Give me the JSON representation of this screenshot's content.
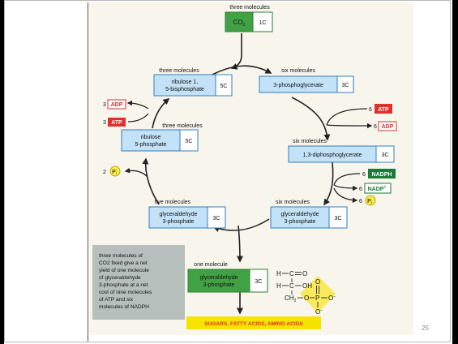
{
  "page_number": "25",
  "top": {
    "count": "three molecules",
    "label": "CO",
    "label_sub": "2",
    "carbons": "1C"
  },
  "rub_bp": {
    "count": "three molecules",
    "line1": "ribulose 1,",
    "line2": "5-bisphosphate",
    "carbons": "5C"
  },
  "pga": {
    "count": "six molecules",
    "label": "3-phosphoglycerate",
    "carbons": "3C"
  },
  "dpg": {
    "count": "six molecules",
    "label": "1,3-diphosphoglycerate",
    "carbons": "3C"
  },
  "g3p_right": {
    "count": "six molecules",
    "line1": "glyceraldehyde",
    "line2": "3-phosphate",
    "carbons": "3C"
  },
  "g3p_left": {
    "count": "five molecules",
    "line1": "glyceraldehyde",
    "line2": "3-phosphate",
    "carbons": "3C"
  },
  "rub_p": {
    "count": "three molecules",
    "line1": "ribulose",
    "line2": "5-phosphate",
    "carbons": "5C"
  },
  "g3p_out": {
    "count": "one molecule",
    "line1": "glyceraldehyde",
    "line2": "3-phosphate",
    "carbons": "3C"
  },
  "cofactors": {
    "adp_left": {
      "coef": "3",
      "label": "ADP"
    },
    "atp_left": {
      "coef": "3",
      "label": "ATP"
    },
    "pi_left": {
      "coef": "2",
      "label": "P",
      "sub": "i"
    },
    "atp_right": {
      "coef": "6",
      "label": "ATP"
    },
    "adp_right": {
      "coef": "6",
      "label": "ADP"
    },
    "nadph": {
      "coef": "6",
      "label": "NADPH"
    },
    "nadp": {
      "coef": "6",
      "label": "NADP",
      "sup": "+"
    },
    "pi_right": {
      "coef": "6",
      "label": "P",
      "sub": "i"
    }
  },
  "note": {
    "lines": [
      "three molecules of",
      "CO2 fixed give a net",
      "yield of one molecule",
      "of glyceraldehyde",
      "3-phosphate at a net",
      "cost of nine molecules",
      "of ATP and six",
      "molecules of NADPH"
    ]
  },
  "products": "SUGARS, FATTY ACIDS, AMINO ACIDS",
  "structure": {
    "row1_left": "H",
    "row1_right": "C",
    "row1_o": "O",
    "row2_left": "H",
    "row2_c": "C",
    "row2_oh": "OH",
    "row3_ch2": "CH",
    "row3_sub": "2",
    "row3_o": "O",
    "row3_p": "P",
    "p_top": "O",
    "p_right": "O",
    "p_right_sup": "−",
    "p_bottom": "O",
    "p_bottom_sup": "−"
  },
  "colors": {
    "blue_fill": "#c3e2f7",
    "blue_stroke": "#2f7fc6",
    "green_fill": "#41a145",
    "green_stroke": "#2e7d32",
    "red": "#e0302a",
    "dark_green": "#1d7a3a",
    "yellow": "#f7e94a",
    "yellow_box": "#f7e300",
    "note_fill": "#b6bfbb",
    "paper": "#f7f5ec"
  }
}
